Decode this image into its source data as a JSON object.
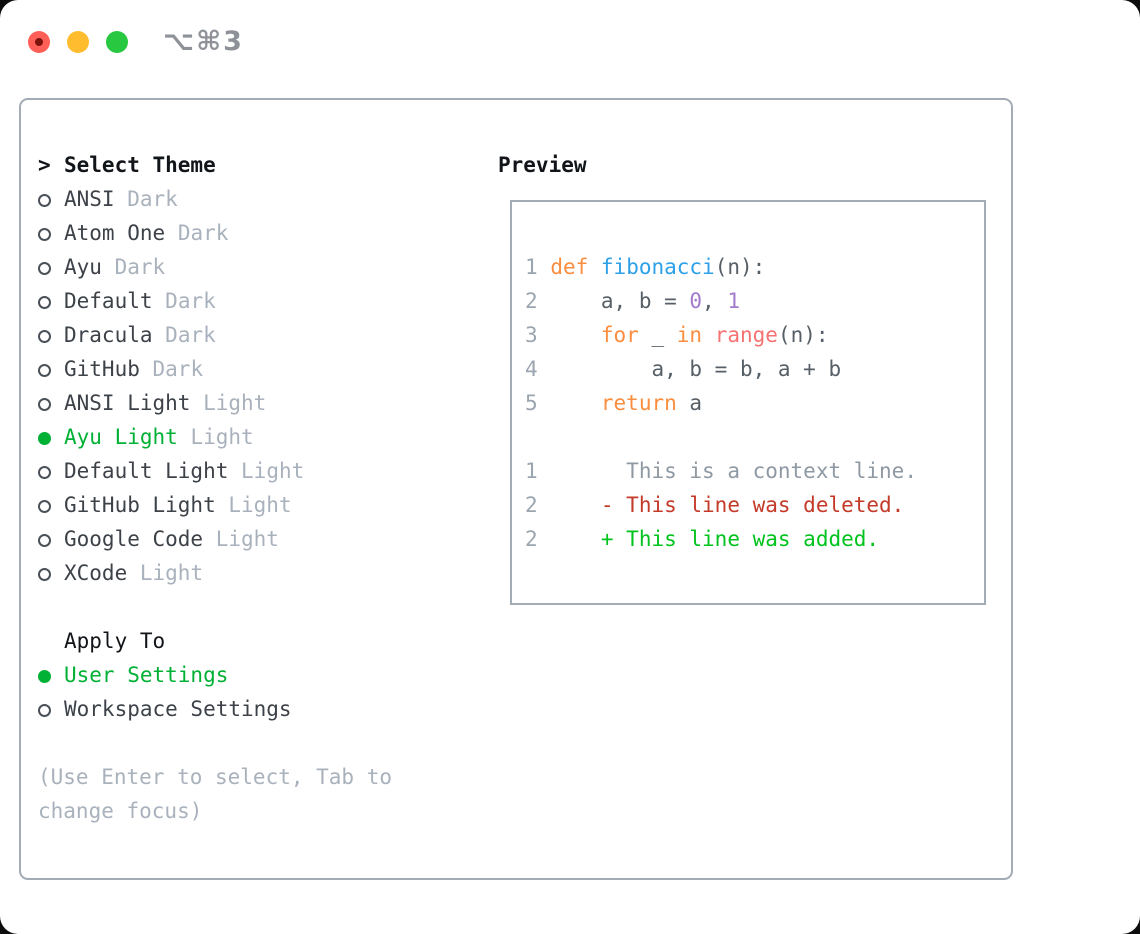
{
  "titlebar": {
    "shortcut": "⌥⌘3"
  },
  "theme_list": {
    "prefix": ">",
    "header": "Select Theme",
    "items": [
      {
        "name": "ANSI",
        "tag": "Dark",
        "selected": false
      },
      {
        "name": "Atom One",
        "tag": "Dark",
        "selected": false
      },
      {
        "name": "Ayu",
        "tag": "Dark",
        "selected": false
      },
      {
        "name": "Default",
        "tag": "Dark",
        "selected": false
      },
      {
        "name": "Dracula",
        "tag": "Dark",
        "selected": false
      },
      {
        "name": "GitHub",
        "tag": "Dark",
        "selected": false
      },
      {
        "name": "ANSI Light",
        "tag": "Light",
        "selected": false
      },
      {
        "name": "Ayu Light",
        "tag": "Light",
        "selected": true
      },
      {
        "name": "Default Light",
        "tag": "Light",
        "selected": false
      },
      {
        "name": "GitHub Light",
        "tag": "Light",
        "selected": false
      },
      {
        "name": "Google Code",
        "tag": "Light",
        "selected": false
      },
      {
        "name": "XCode",
        "tag": "Light",
        "selected": false
      }
    ]
  },
  "apply_to": {
    "label": "Apply To",
    "options": [
      {
        "name": "User Settings",
        "selected": true
      },
      {
        "name": "Workspace Settings",
        "selected": false
      }
    ]
  },
  "hint": "(Use Enter to select, Tab to change focus)",
  "preview": {
    "label": "Preview",
    "lines": [
      {
        "num": "1",
        "segments": [
          {
            "t": "def",
            "c": "kw"
          },
          {
            "t": " ",
            "c": "fg"
          },
          {
            "t": "fibonacci",
            "c": "fn"
          },
          {
            "t": "(n):",
            "c": "fg"
          }
        ]
      },
      {
        "num": "2",
        "segments": [
          {
            "t": "    a, b = ",
            "c": "fg"
          },
          {
            "t": "0",
            "c": "num"
          },
          {
            "t": ", ",
            "c": "fg"
          },
          {
            "t": "1",
            "c": "num"
          }
        ]
      },
      {
        "num": "3",
        "segments": [
          {
            "t": "    ",
            "c": "fg"
          },
          {
            "t": "for",
            "c": "kw"
          },
          {
            "t": " _ ",
            "c": "fg"
          },
          {
            "t": "in",
            "c": "kw"
          },
          {
            "t": " ",
            "c": "fg"
          },
          {
            "t": "range",
            "c": "special"
          },
          {
            "t": "(n):",
            "c": "fg"
          }
        ]
      },
      {
        "num": "4",
        "segments": [
          {
            "t": "        a, b = b, a + b",
            "c": "fg"
          }
        ]
      },
      {
        "num": "5",
        "segments": [
          {
            "t": "    ",
            "c": "fg"
          },
          {
            "t": "return",
            "c": "kw"
          },
          {
            "t": " a",
            "c": "fg"
          }
        ]
      },
      {
        "num": "",
        "segments": []
      },
      {
        "num": "1",
        "segments": [
          {
            "t": "      This is a context line.",
            "c": "ctx"
          }
        ]
      },
      {
        "num": "2",
        "segments": [
          {
            "t": "    - This line was deleted.",
            "c": "del"
          }
        ]
      },
      {
        "num": "2",
        "segments": [
          {
            "t": "    + This line was added.",
            "c": "add"
          }
        ]
      }
    ]
  },
  "colors": {
    "accent_green": "#00b135",
    "traffic_red": "#ff5f57",
    "traffic_red_dot": "#7e120c",
    "traffic_yellow": "#febc2e",
    "traffic_green": "#28c840",
    "titlebar_glyph": "#8e9298",
    "border": "#a3abb5",
    "text_primary": "#111418",
    "item_text": "#3d4249",
    "muted": "#a9b2bc",
    "code_fg": "#565e66",
    "code_keyword": "#fa8d3e",
    "code_function": "#2da0e8",
    "code_number": "#a37acc",
    "code_special": "#f57272",
    "code_lineno": "#9ba5b0",
    "diff_context": "#8f99a3",
    "diff_deleted": "#c43a28",
    "diff_added": "#00c31d"
  }
}
